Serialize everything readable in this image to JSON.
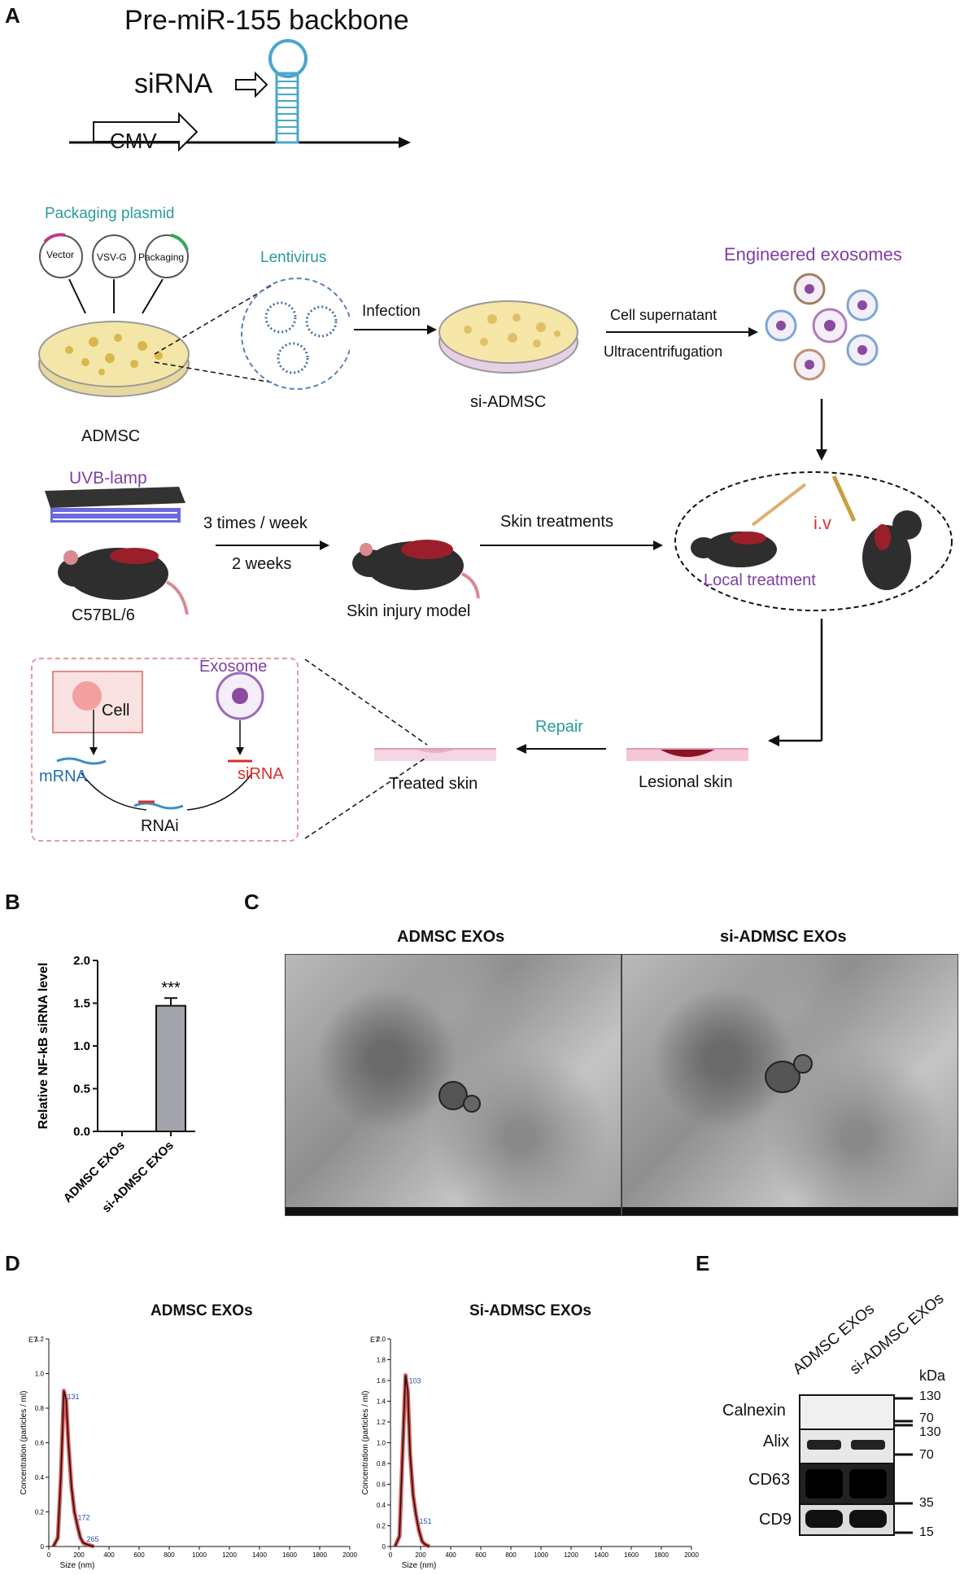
{
  "panels": {
    "A": "A",
    "B": "B",
    "C": "C",
    "D": "D",
    "E": "E"
  },
  "panel_a": {
    "backbone_title": "Pre-miR-155 backbone",
    "sirna_label": "siRNA",
    "cmv_label": "CMV",
    "packaging_plasmid": "Packaging plasmid",
    "plasmids": [
      "Vector",
      "VSV-G",
      "Packaging"
    ],
    "lentivirus": "Lentivirus",
    "admsc": "ADMSC",
    "infection": "Infection",
    "si_admsc": "si-ADMSC",
    "cell_supernatant": "Cell supernatant",
    "ultracentrifugation": "Ultracentrifugation",
    "engineered_exosomes": "Engineered exosomes",
    "uvb_lamp": "UVB-lamp",
    "mouse_strain": "C57BL/6",
    "freq": "3 times / week",
    "duration": "2 weeks",
    "skin_injury_model": "Skin injury model",
    "skin_treatments": "Skin treatments",
    "iv": "i.v",
    "local_treatment": "Local treatment",
    "exosome": "Exosome",
    "cell": "Cell",
    "mrna": "mRNA",
    "sirna": "siRNA",
    "rnai": "RNAi",
    "repair": "Repair",
    "treated_skin": "Treated skin",
    "lesional_skin": "Lesional skin"
  },
  "chart_data": [
    {
      "type": "bar",
      "ylabel": "Relative NF-kB siRNA level",
      "categories": [
        "ADMSC EXOs",
        "si-ADMSC EXOs"
      ],
      "values": [
        0.0,
        1.47
      ],
      "error": [
        0.0,
        0.09
      ],
      "ylim": [
        0,
        2.0
      ],
      "yticks": [
        "0.0",
        "0.5",
        "1.0",
        "1.5",
        "2.0"
      ],
      "annotation": "***"
    },
    {
      "type": "line",
      "title": "ADMSC EXOs",
      "ylabel": "Concentration (particles / ml)",
      "xlabel": "Size (nm)",
      "exponent": "E7",
      "xlim": [
        0,
        2000
      ],
      "ylim": [
        0,
        1.2
      ],
      "xticks": [
        "0",
        "200",
        "400",
        "600",
        "800",
        "1000",
        "1200",
        "1400",
        "1600",
        "1800",
        "2000"
      ],
      "yticks": [
        "0",
        "0.2",
        "0.4",
        "0.6",
        "0.8",
        "1.0",
        "1.2"
      ],
      "x": [
        30,
        60,
        80,
        100,
        115,
        130,
        150,
        170,
        190,
        210,
        230,
        260,
        300
      ],
      "y": [
        0,
        0.05,
        0.4,
        0.9,
        0.85,
        0.6,
        0.35,
        0.2,
        0.12,
        0.05,
        0.02,
        0.01,
        0
      ],
      "peak_labels": [
        "131",
        "172",
        "265"
      ]
    },
    {
      "type": "line",
      "title": "Si-ADMSC EXOs",
      "ylabel": "Concentration (particles / ml)",
      "xlabel": "Size (nm)",
      "exponent": "E7",
      "xlim": [
        0,
        2000
      ],
      "ylim": [
        0,
        2.0
      ],
      "xticks": [
        "0",
        "200",
        "400",
        "600",
        "800",
        "1000",
        "1200",
        "1400",
        "1600",
        "1800",
        "2000"
      ],
      "yticks": [
        "0",
        "0.2",
        "0.4",
        "0.6",
        "0.8",
        "1.0",
        "1.2",
        "1.4",
        "1.6",
        "1.8",
        "2.0"
      ],
      "x": [
        30,
        60,
        80,
        100,
        115,
        130,
        150,
        170,
        190,
        210,
        230,
        260
      ],
      "y": [
        0,
        0.1,
        0.9,
        1.65,
        1.5,
        0.9,
        0.5,
        0.3,
        0.15,
        0.05,
        0.02,
        0
      ],
      "peak_labels": [
        "103",
        "151"
      ]
    }
  ],
  "panel_c": {
    "left_title": "ADMSC EXOs",
    "right_title": "si-ADMSC EXOs"
  },
  "panel_e": {
    "lane_labels": [
      "ADMSC EXOs",
      "si-ADMSC EXOs"
    ],
    "kda": "kDa",
    "rows": [
      "Calnexin",
      "Alix",
      "CD63",
      "CD9"
    ],
    "markers": [
      "130",
      "70",
      "130",
      "70",
      "35",
      "15"
    ]
  }
}
